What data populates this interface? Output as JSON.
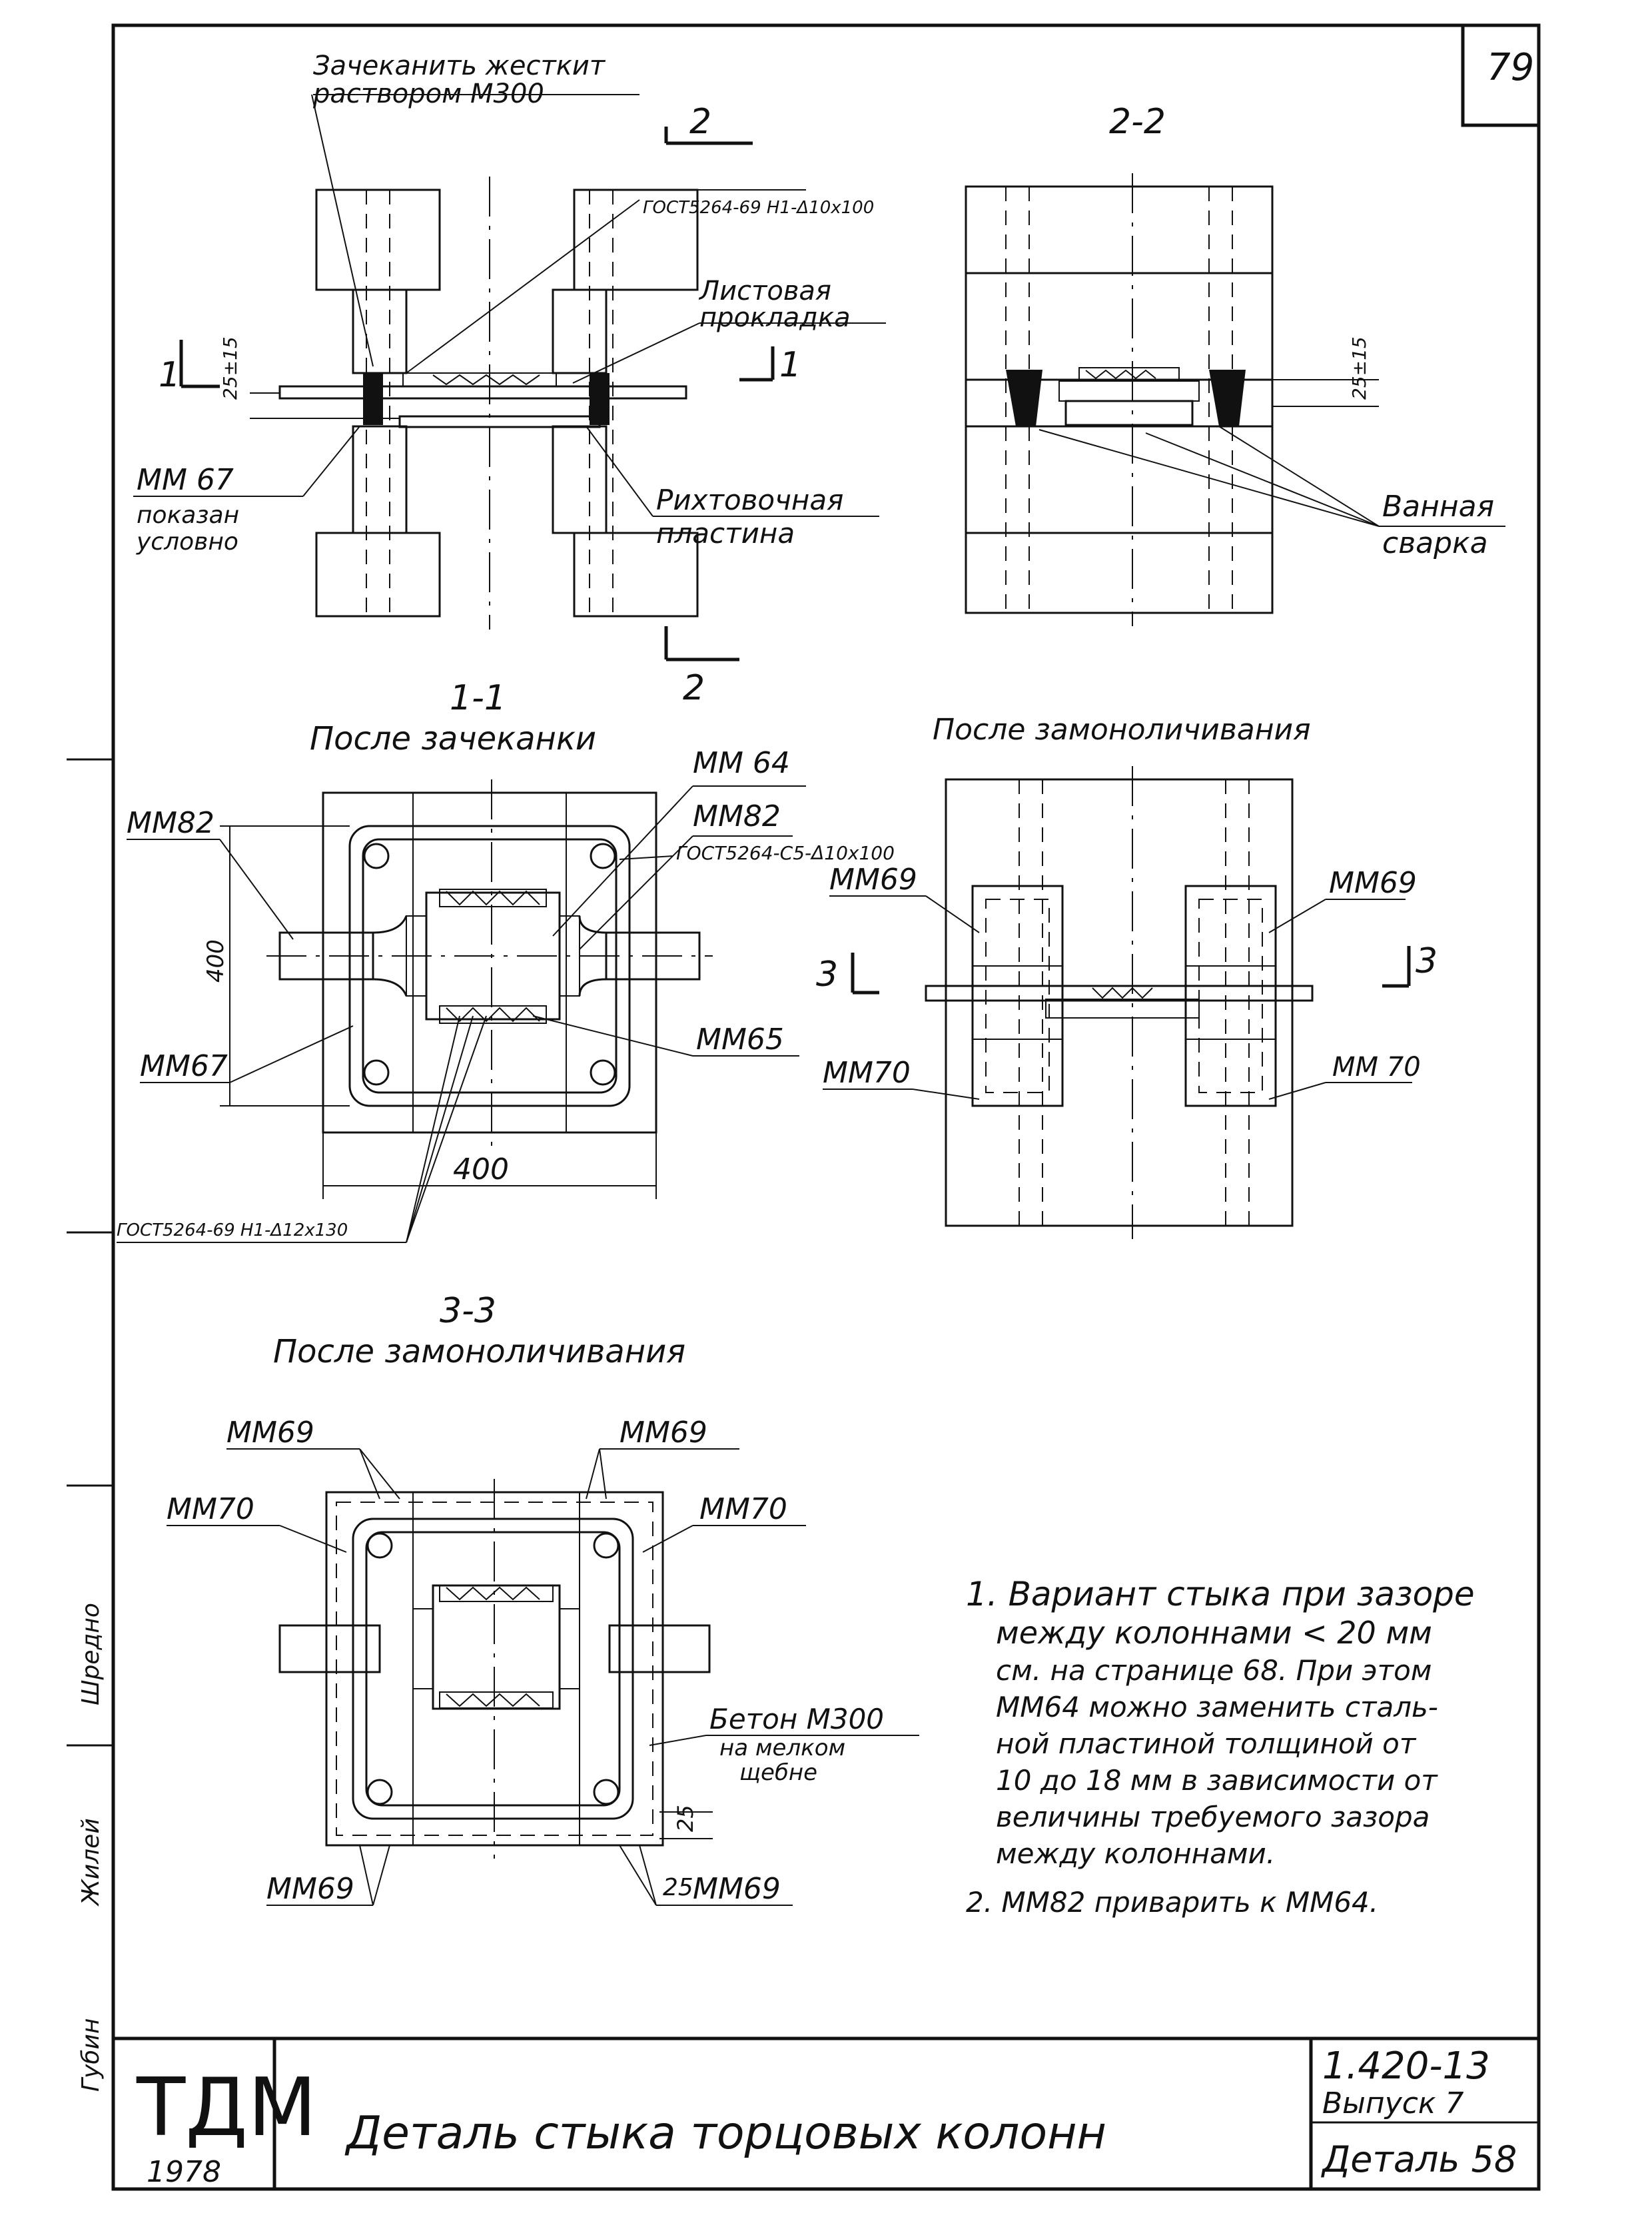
{
  "sheet_number": "79",
  "top_left_view": {
    "note_line1": "Зачеканить жесткит",
    "note_line2": "раствором М300",
    "section_mark_top": "2",
    "section_mark_bottom": "2",
    "section_mark_left": "1",
    "section_mark_right": "1",
    "weld_spec": "ГОСТ5264-69 Н1-Δ10х100",
    "gap_dim": "25±15",
    "label_sheet_pad_1": "Листовая",
    "label_sheet_pad_2": "прокладка",
    "label_mm67": "ММ 67",
    "label_shown_1": "показан",
    "label_shown_2": "условно",
    "label_shim_1": "Рихтовочная",
    "label_shim_2": "пластина"
  },
  "top_right_view": {
    "title": "2-2",
    "gap_dim": "25±15",
    "label_bath_1": "Ванная",
    "label_bath_2": "сварка"
  },
  "middle_left_view": {
    "title": "1-1",
    "subtitle": "После зачеканки",
    "label_mm64": "ММ 64",
    "label_mm82_left": "ММ82",
    "label_mm82_right": "ММ82",
    "weld_spec": "ГОСТ5264-С5-Δ10х100",
    "dim_vertical": "400",
    "dim_horizontal": "400",
    "label_mm67": "ММ67",
    "label_mm65": "ММ65",
    "weld_spec_bottom": "ГОСТ5264-69 Н1-Δ12х130"
  },
  "middle_right_view": {
    "subtitle": "После замоноличивания",
    "label_mm69_left": "ММ69",
    "label_mm69_right": "ММ69",
    "section_mark_left": "3",
    "section_mark_right": "3",
    "label_mm70_left": "ММ70",
    "label_mm70_right": "ММ 70"
  },
  "bottom_view": {
    "title": "3-3",
    "subtitle": "После замоноличивания",
    "label_mm69_tl": "ММ69",
    "label_mm69_tr": "ММ69",
    "label_mm70_l": "ММ70",
    "label_mm70_r": "ММ70",
    "label_concrete_1": "Бетон М300",
    "label_concrete_2": "на мелком",
    "label_concrete_3": "щебне",
    "dim_25_side": "25",
    "dim_25_bottom": "25",
    "label_mm69_bl": "ММ69",
    "label_mm69_br": "ММ69"
  },
  "notes": [
    "1. Вариант стыка при зазоре",
    "между колоннами < 20 мм",
    "см. на странице 68. При этом",
    "ММ64 можно заменить сталь-",
    "ной пластиной толщиной от",
    "10 до 18 мм в зависимости от",
    "величины требуемого зазора",
    "между колоннами.",
    "2. ММ82 приварить к ММ64."
  ],
  "margin_stamps": [
    "Шредно",
    "Жилей",
    "Губин"
  ],
  "title_block": {
    "logo": "ТДМ",
    "year": "1978",
    "title": "Деталь стыка торцовых колонн",
    "series": "1.420-13",
    "issue": "Выпуск 7",
    "detail": "Деталь 58"
  }
}
